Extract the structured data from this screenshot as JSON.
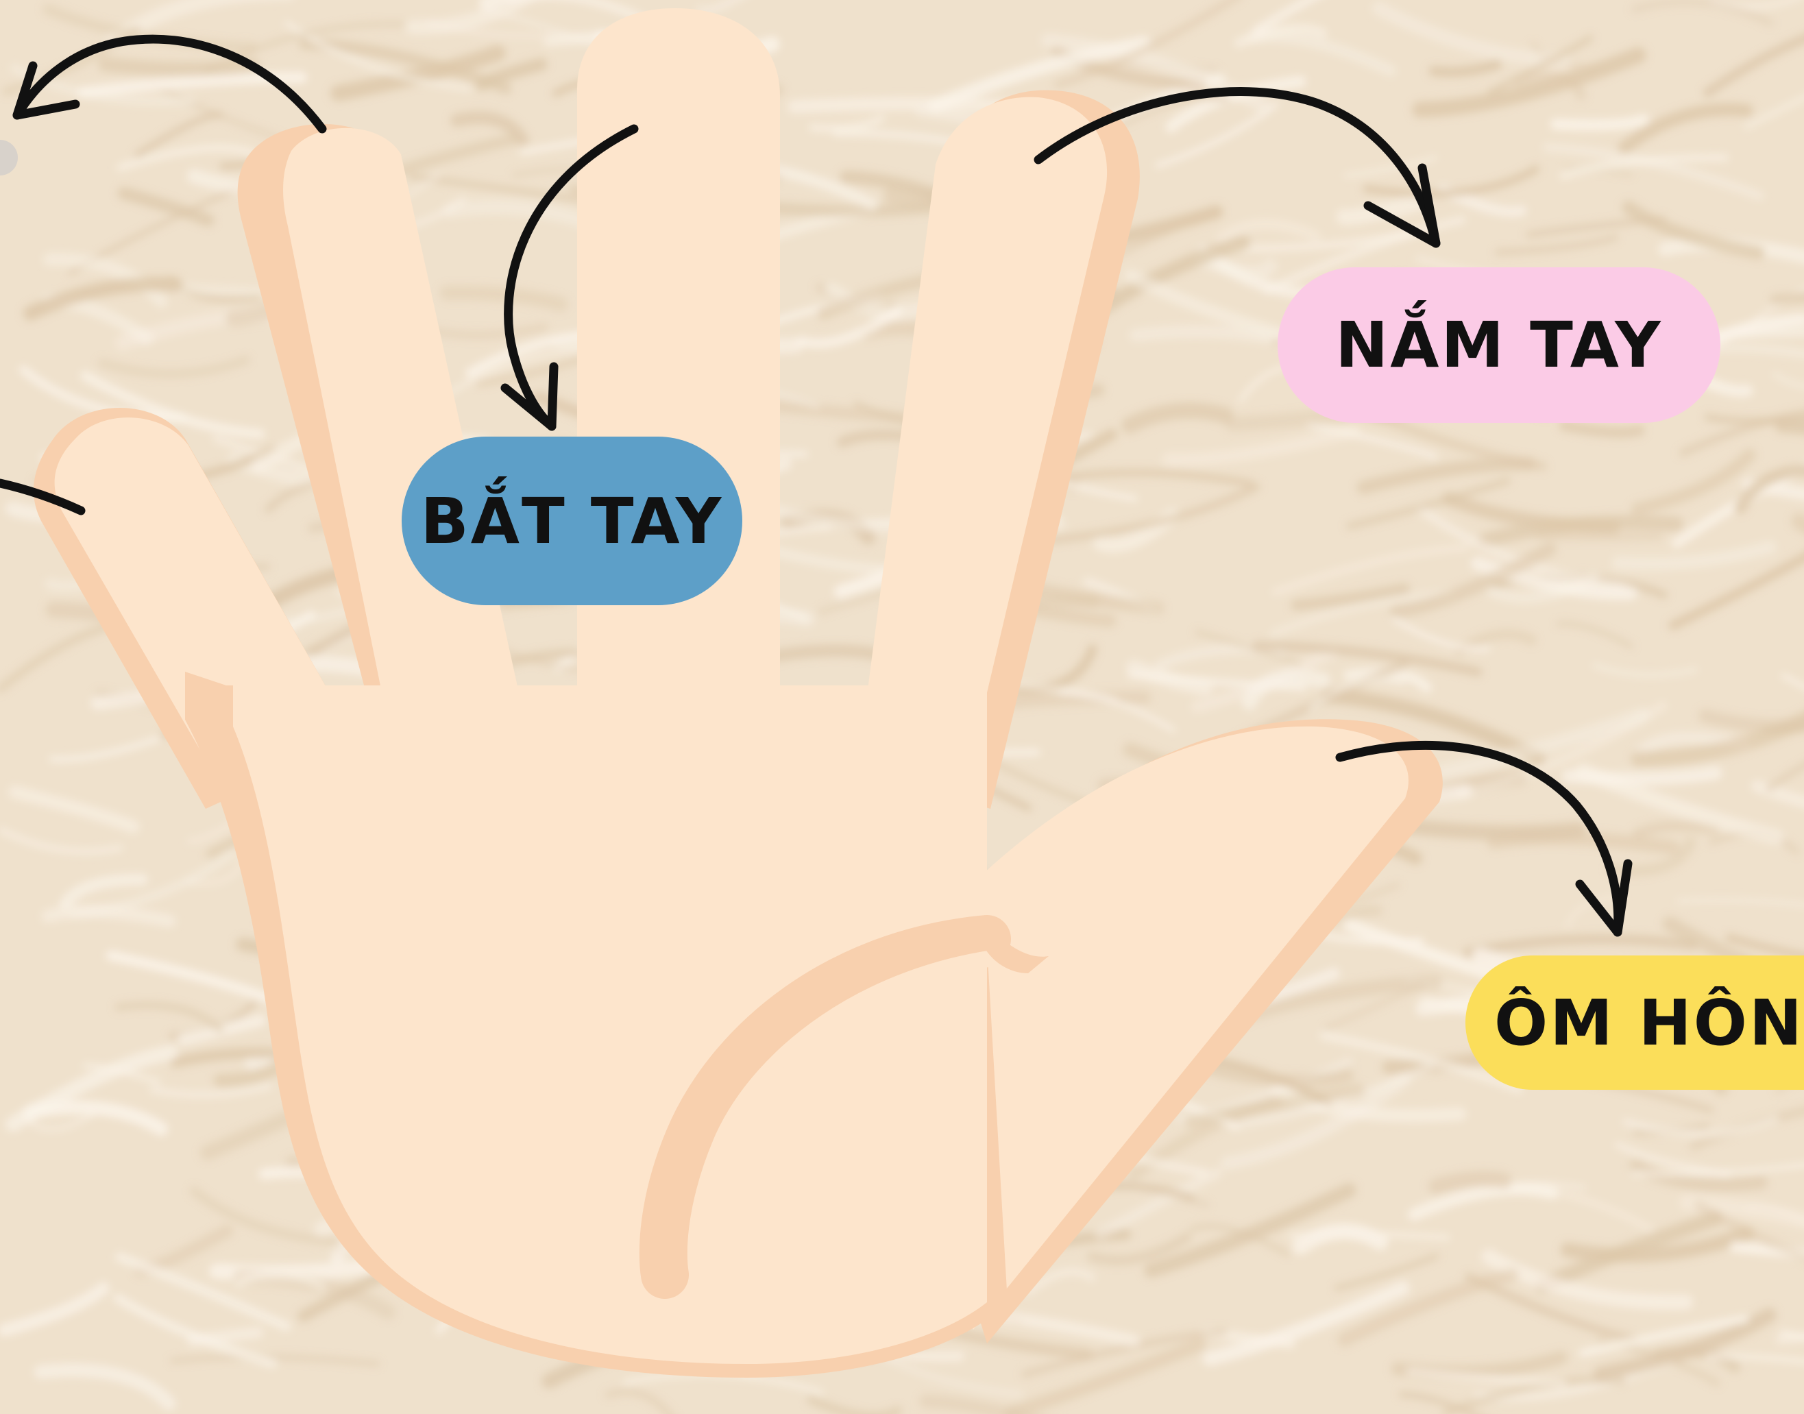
{
  "colors": {
    "fur_background": "#efe1cc",
    "fur_highlight": "#fbf4ea",
    "fur_shadow": "#dcc6a8",
    "hand_fill": "#fde5cc",
    "hand_shadow": "#f8d0ae",
    "arrow": "#111111",
    "bat_tay_pill": "#5d9fc8",
    "nam_tay_pill": "#fbcbe6",
    "om_hon_pill": "#fbde5a"
  },
  "labels": {
    "bat_tay": "BẮT TAY",
    "nam_tay": "NẮM TAY",
    "om_hon": "ÔM HÔN"
  },
  "icons": {
    "hand": "open-hand-icon",
    "arrow": "curved-arrow-icon"
  }
}
